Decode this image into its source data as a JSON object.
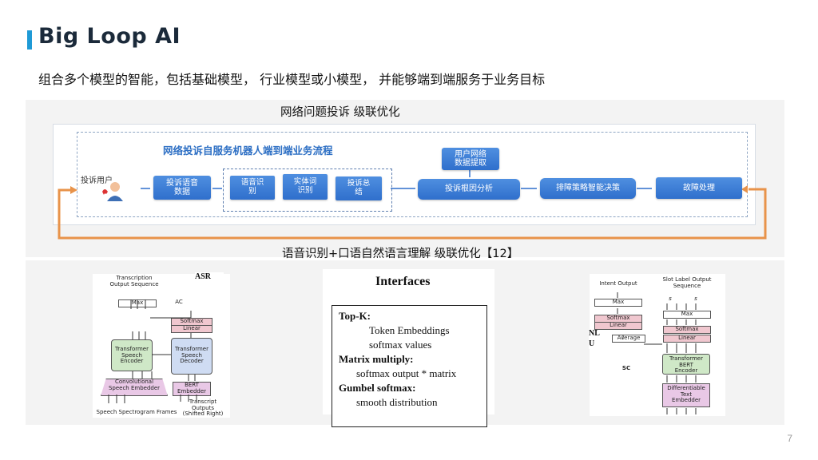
{
  "header": {
    "title": "Big Loop AI",
    "subtitle": "组合多个模型的智能，包括基础模型， 行业模型或小模型， 并能够端到端服务于业务目标"
  },
  "top_section": {
    "caption": "网络问题投诉 级联优化",
    "flow_title": "网络投诉自服务机器人端到端业务流程",
    "caller_label": "投诉用户",
    "boxes": {
      "voice_data": "投诉语音\n数据",
      "speech_rec": "语音识\n别",
      "entity_rec": "实体词\n识别",
      "summary": "投诉总\n结",
      "user_net_data": "用户网络\n数据提取",
      "root_cause": "投诉根因分析",
      "strategy": "排障策略智能决策",
      "fault": "故障处理"
    }
  },
  "bottom_section": {
    "caption": "语音识别+口语自然语言理解 级联优化【12】",
    "asr_label": "ASR",
    "nlu_label": "NL\nU",
    "asr_fig": {
      "output_seq": "Transcription\nOutput Sequence",
      "max": "Max",
      "ac": "AC",
      "softmax": "Softmax",
      "linear": "Linear",
      "encoder": "Transformer\nSpeech\nEncoder",
      "decoder": "Transformer\nSpeech\nDecoder",
      "conv": "Convolutional\nSpeech Embedder",
      "bert_embedder": "BERT\nEmbedder",
      "spectrogram": "Speech Spectrogram Frames",
      "transcript_outputs": "Transcript Outputs\n(Shifted Right)"
    },
    "interfaces": {
      "title": "Interfaces",
      "lines": [
        {
          "text": "Top-K:",
          "bold": true
        },
        {
          "text": "Token Embeddings",
          "bold": false
        },
        {
          "text": "softmax values",
          "bold": false
        },
        {
          "text": "Matrix multiply:",
          "bold": true
        },
        {
          "text": "softmax output *  matrix",
          "bold": false
        },
        {
          "text": "Gumbel softmax:",
          "bold": true
        },
        {
          "text": "smooth distribution",
          "bold": false
        }
      ]
    },
    "nlu_fig": {
      "intent_output": "Intent Output",
      "slot_output": "Slot Label Output\nSequence",
      "max1": "Max",
      "softmax1": "Softmax",
      "linear1": "Linear",
      "average": "Average",
      "max2": "Max",
      "softmax2": "Softmax",
      "linear2": "Linear",
      "encoder": "Transformer\nBERT\nEncoder",
      "embedder": "Differentiable\nText\nEmbedder",
      "sc": "SC",
      "s1": "s",
      "sn": "s"
    }
  },
  "page_number": "7",
  "colors": {
    "accent": "#1f9ad6",
    "flow_blue": "#2f6fcc",
    "loop_orange": "#e8934a"
  }
}
